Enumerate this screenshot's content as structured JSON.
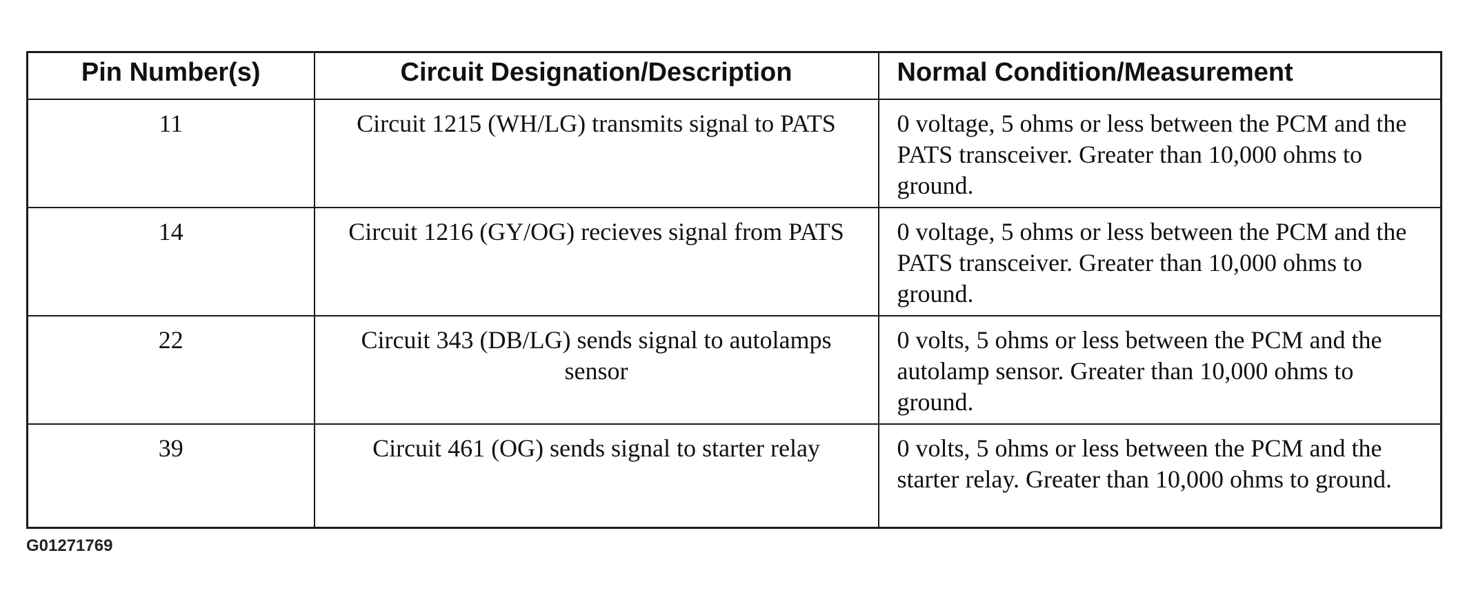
{
  "table": {
    "headers": {
      "pin": "Pin Number(s)",
      "circuit": "Circuit Designation/Description",
      "condition": "Normal Condition/Measurement"
    },
    "rows": [
      {
        "pin": "11",
        "circuit": "Circuit 1215 (WH/LG) transmits signal to PATS",
        "condition": "0 voltage, 5 ohms or less between the PCM and the PATS transceiver. Greater than 10,000 ohms to ground."
      },
      {
        "pin": "14",
        "circuit": "Circuit 1216 (GY/OG) recieves signal from PATS",
        "condition": "0 voltage, 5 ohms or less between the PCM and the PATS transceiver. Greater than 10,000 ohms to ground."
      },
      {
        "pin": "22",
        "circuit": "Circuit 343 (DB/LG) sends signal to autolamps sensor",
        "condition": "0 volts, 5 ohms or less between the PCM and the autolamp sensor. Greater than 10,000 ohms to ground."
      },
      {
        "pin": "39",
        "circuit": "Circuit 461 (OG) sends signal to starter relay",
        "condition": "0 volts, 5 ohms or less between the PCM and the starter relay. Greater than 10,000 ohms to ground."
      }
    ]
  },
  "figure_id": "G01271769"
}
